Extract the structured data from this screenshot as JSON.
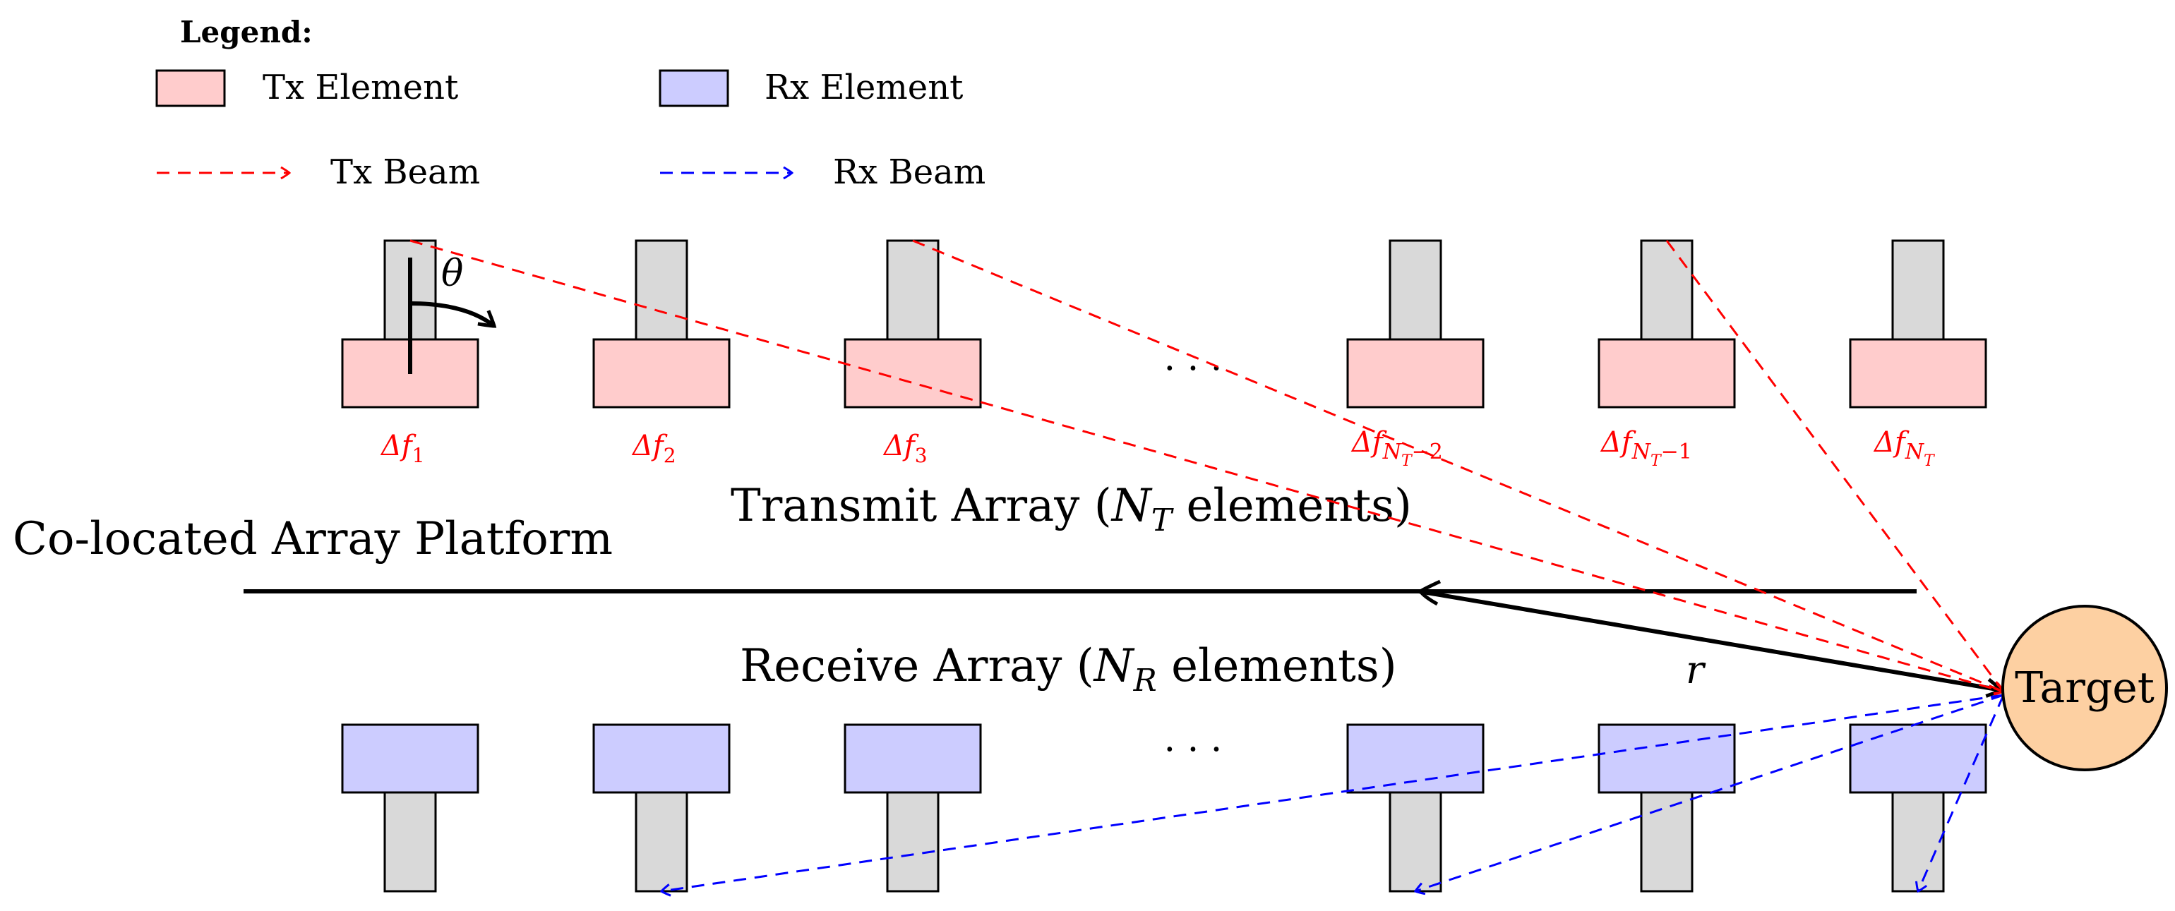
{
  "legend": {
    "title": "Legend:",
    "tx_element": "Tx Element",
    "rx_element": "Rx Element",
    "tx_beam": "Tx Beam",
    "rx_beam": "Rx Beam"
  },
  "colors": {
    "tx_fill": "#ffcccc",
    "rx_fill": "#ccccff",
    "stem_fill": "#d9d9d9",
    "tx_beam": "#ff0000",
    "rx_beam": "#0000ff",
    "target_fill": "#fdd0a2"
  },
  "tx_array": {
    "label_prefix": "Transmit Array (",
    "label_var": "N",
    "label_sub": "T",
    "label_suffix": " elements)",
    "freq_labels": [
      {
        "main": "Δf",
        "sub": "1"
      },
      {
        "main": "Δf",
        "sub": "2"
      },
      {
        "main": "Δf",
        "sub": "3"
      },
      {
        "main": "Δf",
        "sub": "N",
        "subsub": "T",
        "tail": "−2"
      },
      {
        "main": "Δf",
        "sub": "N",
        "subsub": "T",
        "tail": "−1"
      },
      {
        "main": "Δf",
        "sub": "N",
        "subsub": "T",
        "tail": ""
      }
    ]
  },
  "rx_array": {
    "label_prefix": "Receive Array (",
    "label_var": "N",
    "label_sub": "R",
    "label_suffix": " elements)"
  },
  "platform_label": "Co-located Array Platform",
  "ellipsis": "· · ·",
  "theta": "θ",
  "range_label": "r",
  "target_label": "Target"
}
